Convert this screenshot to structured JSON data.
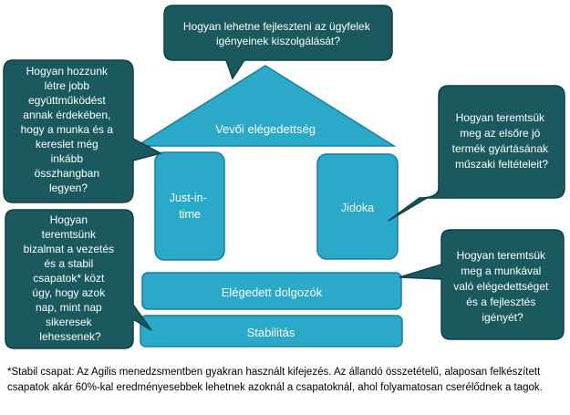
{
  "colors": {
    "house_fill": "#2aa9c8",
    "house_stroke": "#1b7f99",
    "callout_fill": "#1a5a5f",
    "callout_stroke": "#0e3f43",
    "text": "#ffffff"
  },
  "house": {
    "roof_label": "Vevői elégedettség",
    "pillar_left_lines": [
      "Just-in-",
      "time"
    ],
    "pillar_right_label": "Jidoka",
    "band_upper_label": "Elégedett dolgozók",
    "band_lower_label": "Stabilitás"
  },
  "callouts": {
    "top": [
      "Hogyan lehetne fejleszteni az ügyfelek",
      "igényeinek kiszolgálását?"
    ],
    "left_upper": [
      "Hogyan hozzunk",
      "létre jobb",
      "együttműködést",
      "annak érdekében,",
      "hogy a munka és a",
      "kereslet még",
      "inkább",
      "összhangban",
      "legyen?"
    ],
    "left_lower": [
      "Hogyan",
      "teremtsünk",
      "bizalmat a vezetés",
      "és a stabil",
      "csapatok* közt",
      "úgy, hogy azok",
      "nap, mint nap",
      "sikeresek",
      "lehessenek?"
    ],
    "right_upper": [
      "Hogyan teremtsük",
      "meg az elsőre jó",
      "termék gyártásának",
      "műszaki feltételeit?"
    ],
    "right_lower": [
      "Hogyan teremtsük",
      "meg a munkával",
      "való elégedettséget",
      "és a fejlesztés",
      "igényét?"
    ]
  },
  "footnote": "*Stabil csapat: Az Agilis menedzsmentben gyakran használt kifejezés. Az állandó összetételű, alaposan felkészített csapatok akár 60%-kal eredményesebbek lehetnek azoknál a csapatoknál, ahol folyamatosan cserélődnek a tagok."
}
